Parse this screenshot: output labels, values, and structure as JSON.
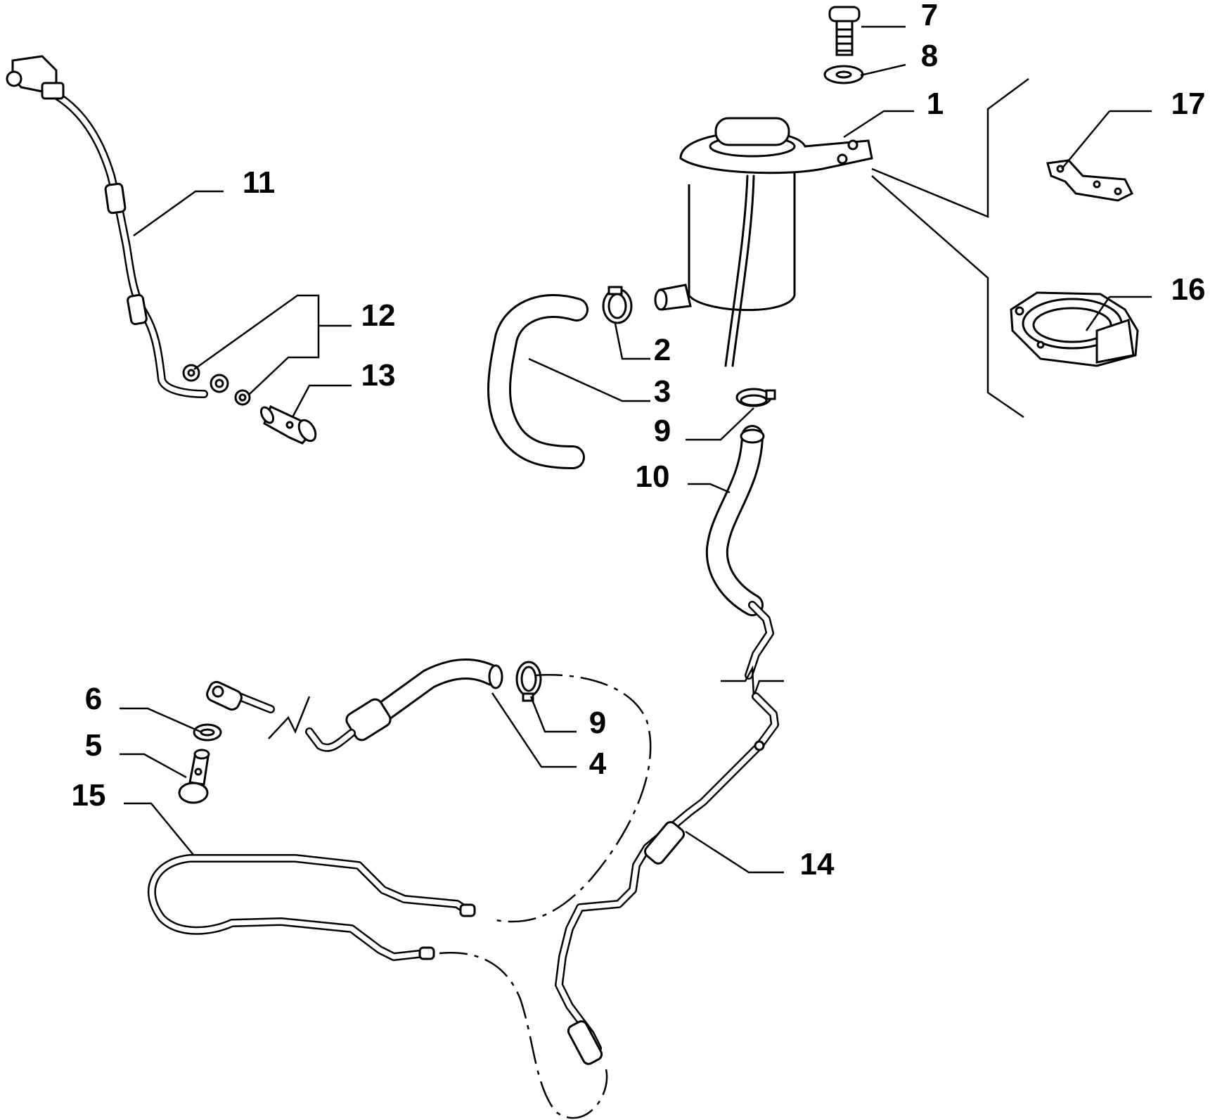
{
  "labels": {
    "p1": "1",
    "p2": "2",
    "p3": "3",
    "p4": "4",
    "p5": "5",
    "p6": "6",
    "p7": "7",
    "p8": "8",
    "p9a": "9",
    "p9b": "9",
    "p10": "10",
    "p11": "11",
    "p12": "12",
    "p13": "13",
    "p14": "14",
    "p15": "15",
    "p16": "16",
    "p17": "17"
  }
}
